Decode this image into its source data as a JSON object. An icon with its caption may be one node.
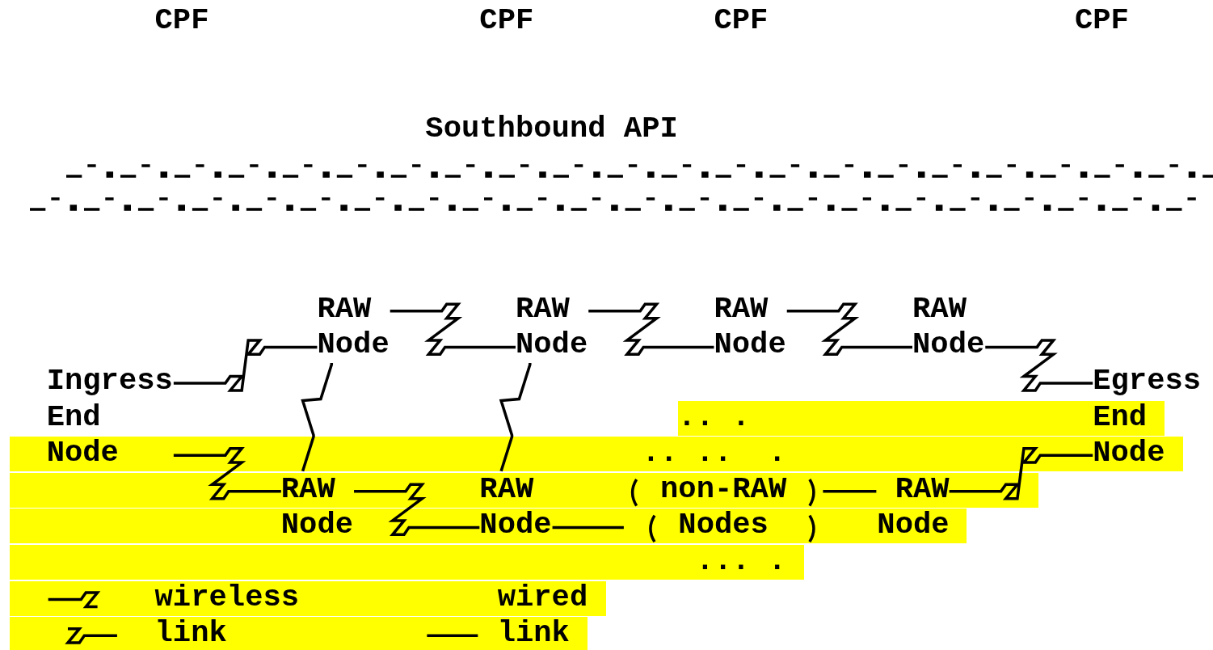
{
  "diagram": {
    "nodes": [
      {
        "text": [
          "RAW Node"
        ]
      },
      {
        "text": [
          "RAW Node"
        ]
      },
      {
        "text": [
          "RAW Node"
        ]
      },
      {
        "text": [
          "RAW Node"
        ]
      },
      {
        "text": [
          "Ingress End Node"
        ]
      },
      {
        "text": [
          "Egress End Node"
        ]
      },
      {
        "text": [
          "RAW Node"
        ]
      },
      {
        "text": [
          "RAW Node"
        ]
      },
      {
        "text": [
          "RAW Node"
        ]
      },
      {
        "text": [
          "non-RAW Nodes"
        ]
      }
    ],
    "edges": [
      {
        "from": 4,
        "to": 0,
        "arrow": "none"
      },
      {
        "from": 4,
        "to": 6,
        "arrow": "none"
      },
      {
        "from": 0,
        "to": 1,
        "arrow": "none"
      },
      {
        "from": 1,
        "to": 2,
        "arrow": "none"
      },
      {
        "from": 2,
        "to": 3,
        "arrow": "none"
      },
      {
        "from": 3,
        "to": 5,
        "arrow": "none"
      },
      {
        "from": 0,
        "to": 6,
        "arrow": "none"
      },
      {
        "from": 1,
        "to": 7,
        "arrow": "none"
      },
      {
        "from": 6,
        "to": 7,
        "arrow": "none"
      },
      {
        "from": 7,
        "to": 9,
        "arrow": "none"
      },
      {
        "from": 9,
        "to": 8,
        "arrow": "none"
      },
      {
        "from": 8,
        "to": 5,
        "arrow": "none"
      }
    ],
    "labels": [
      "CPF",
      "CPF",
      "CPF",
      "CPF",
      "Southbound API",
      ".. .",
      ".. ..  .",
      "... ."
    ],
    "legend": [
      {
        "text": "wireless link"
      },
      {
        "text": "wired link"
      }
    ]
  }
}
